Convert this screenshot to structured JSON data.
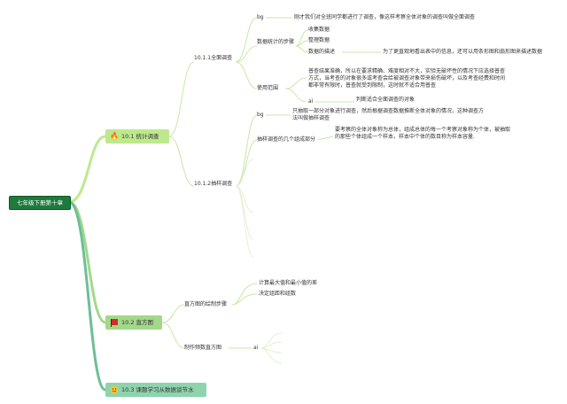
{
  "root": {
    "label": "七年级下册第十章"
  },
  "branches": {
    "b1": {
      "icon": "fire-icon",
      "label": "10.1 统计调查"
    },
    "b2": {
      "icon": "red-flag-icon",
      "label": "10.2 直方图"
    },
    "b3": {
      "icon": "smiley-icon",
      "label": "10.3 课题学习从数据谈节水"
    }
  },
  "b1": {
    "s1": {
      "label": "10.1.1全面调查",
      "bg_label": "bg",
      "bg_text": "刚才我们对全班同学都进行了调查，像这样考察全体对象的调查叫做全面调查",
      "steps": {
        "label": "数据统计的步骤",
        "items": [
          "收集数据",
          "整理数据",
          "数据的描述"
        ],
        "note": "为了更直观地看出表中的信息，还可以用条形图和扇形图来描述数据"
      },
      "usage": {
        "label": "使用范围",
        "text": "普查结果准确，所以在要求精确、难度相对不大，实验无破坏性的情况下应选择普查方式，当考查的对象很多或考查会给被调查对象带来损伤破坏，以及考查经费和时间都非常有限时，普查就受到限制，这时就不适合用普查",
        "ai_label": "ai",
        "ai_text": "判断适合全面调查的对象"
      }
    },
    "s2": {
      "label": "10.1.2抽样调查",
      "bg_label": "bg",
      "bg_text": "只抽取一部分对象进行调查，然后根据调查数据推断全体对象的情况，这种调查方法叫做抽样调查",
      "concepts": {
        "label": "抽样调查的几个组成部分",
        "text": "要考察的全体对象称为总体，组成总体的每一个考察对象称为个体，被抽取的那些个体组成一个样本，样本中个体的数目称为样本容量."
      }
    }
  },
  "b2": {
    "steps": {
      "label": "直方图的绘制步骤",
      "items": [
        "计算最大值和最小值的差",
        "决定组距和组数"
      ]
    },
    "make": {
      "label": "制作频数直方图",
      "ai_label": "ai"
    }
  },
  "colors": {
    "root_bg": "#1e7a3c",
    "branch1": "#bde98c",
    "branch2": "#a3d88a",
    "branch3": "#8ed3ae",
    "connector": "#c9e7a8"
  }
}
